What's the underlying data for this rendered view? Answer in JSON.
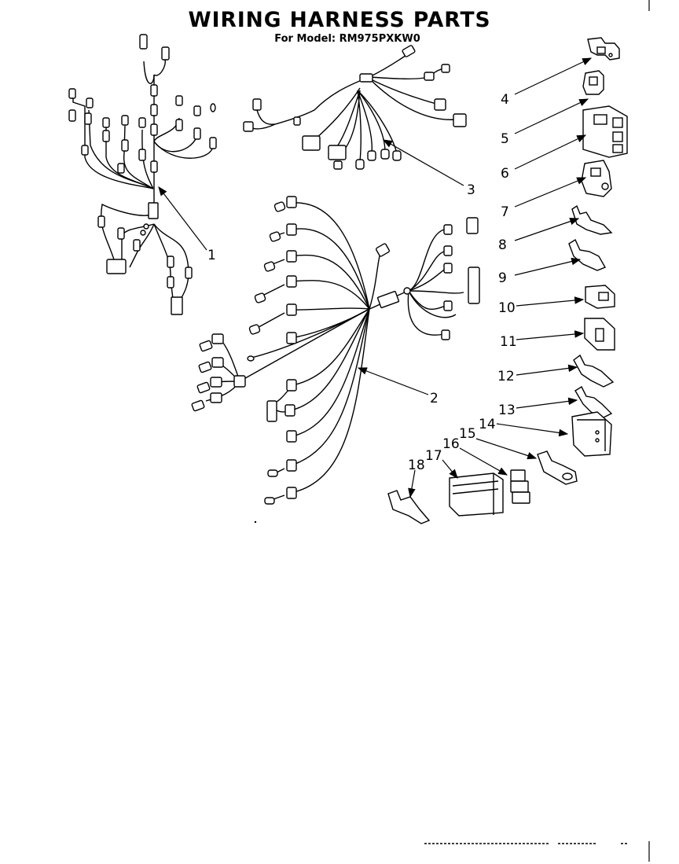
{
  "title": "WIRING HARNESS PARTS",
  "subtitle": "For Model: RM975PXKW0",
  "callouts": [
    "1",
    "2",
    "3",
    "4",
    "5",
    "6",
    "7",
    "8",
    "9",
    "10",
    "11",
    "12",
    "13",
    "14",
    "15",
    "16",
    "17",
    "18"
  ],
  "colors": {
    "line": "#000000",
    "background": "#ffffff"
  }
}
